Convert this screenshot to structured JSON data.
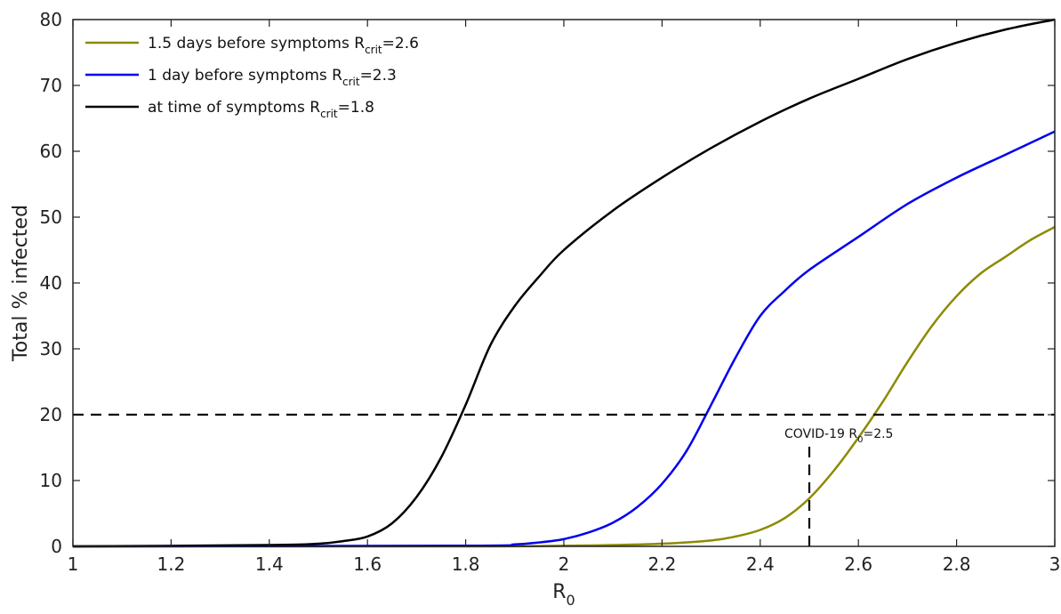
{
  "chart_data": {
    "type": "line",
    "xlabel": "R",
    "xlabel_sub": "0",
    "ylabel": "Total % infected",
    "xlim": [
      1,
      3
    ],
    "ylim": [
      0,
      80
    ],
    "x_ticks": [
      "1",
      "1.2",
      "1.4",
      "1.6",
      "1.8",
      "2",
      "2.2",
      "2.4",
      "2.6",
      "2.8",
      "3"
    ],
    "y_ticks": [
      "0",
      "10",
      "20",
      "30",
      "40",
      "50",
      "60",
      "70",
      "80"
    ],
    "grid": false,
    "legend_position": "top-left",
    "series": [
      {
        "name": "1.5 days before symptoms R",
        "name_sub": "crit",
        "name_suffix": "=2.6",
        "color": "#8b8b00",
        "x": [
          1.0,
          1.8,
          2.0,
          2.1,
          2.2,
          2.3,
          2.35,
          2.4,
          2.45,
          2.5,
          2.55,
          2.6,
          2.65,
          2.7,
          2.75,
          2.8,
          2.85,
          2.9,
          2.95,
          3.0
        ],
        "y": [
          0,
          0,
          0.1,
          0.2,
          0.4,
          0.9,
          1.5,
          2.5,
          4.3,
          7.3,
          11.5,
          16.5,
          22.0,
          28.0,
          33.5,
          38.0,
          41.5,
          44.0,
          46.5,
          48.5
        ]
      },
      {
        "name": "1 day before symptoms R",
        "name_sub": "crit",
        "name_suffix": "=2.3",
        "color": "#0000ee",
        "x": [
          1.0,
          1.8,
          1.9,
          1.95,
          2.0,
          2.05,
          2.1,
          2.15,
          2.2,
          2.25,
          2.3,
          2.35,
          2.4,
          2.45,
          2.5,
          2.6,
          2.7,
          2.8,
          2.9,
          3.0
        ],
        "y": [
          0,
          0.1,
          0.3,
          0.6,
          1.1,
          2.1,
          3.6,
          6.0,
          9.5,
          14.5,
          21.5,
          28.7,
          35.0,
          38.8,
          42.0,
          47.0,
          52.0,
          56.0,
          59.5,
          63.0
        ]
      },
      {
        "name": "at time of symptoms R",
        "name_sub": "crit",
        "name_suffix": "=1.8",
        "color": "#000000",
        "x": [
          1.0,
          1.4,
          1.5,
          1.55,
          1.6,
          1.65,
          1.7,
          1.75,
          1.8,
          1.85,
          1.9,
          1.95,
          2.0,
          2.1,
          2.2,
          2.3,
          2.4,
          2.5,
          2.6,
          2.7,
          2.8,
          2.9,
          3.0
        ],
        "y": [
          0,
          0.2,
          0.4,
          0.8,
          1.5,
          3.5,
          7.5,
          13.5,
          21.5,
          30.5,
          36.5,
          41.0,
          45.0,
          51.0,
          56.0,
          60.5,
          64.5,
          68.0,
          71.0,
          74.0,
          76.5,
          78.5,
          80.0
        ]
      }
    ],
    "reference_lines": [
      {
        "orientation": "horizontal",
        "y": 20,
        "x_from": 1,
        "x_to": 3,
        "style": "dashed",
        "color": "#000000"
      },
      {
        "orientation": "vertical",
        "x": 2.5,
        "y_from": 0,
        "y_to": 15.5,
        "style": "dashed",
        "color": "#000000"
      }
    ],
    "annotations": [
      {
        "text": "COVID-19 R",
        "sub": "0",
        "suffix": "=2.5",
        "x": 2.5,
        "y": 16.5
      }
    ]
  }
}
